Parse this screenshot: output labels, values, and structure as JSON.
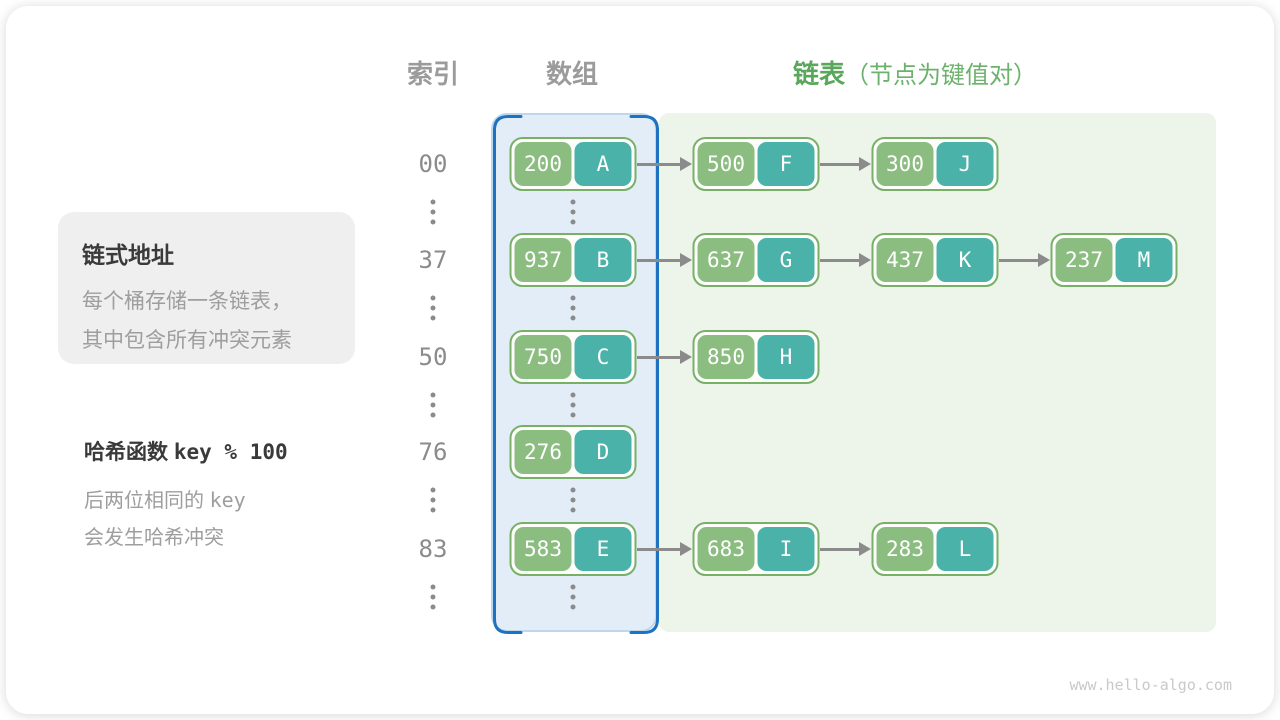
{
  "header": {
    "index_label": "索引",
    "array_label": "数组",
    "list_label": "链表",
    "list_note": "（节点为键值对）"
  },
  "info_box": {
    "title": "链式地址",
    "line1": "每个桶存储一条链表，",
    "line2": "其中包含所有冲突元素"
  },
  "hash_note": {
    "title_prefix": "哈希函数 ",
    "title_code": "key % 100",
    "line1_prefix": "后两位相同的 ",
    "line1_code": "key",
    "line2": "会发生哈希冲突"
  },
  "watermark": "www.hello-algo.com",
  "rows": [
    {
      "index": "00",
      "bucket": {
        "key": "200",
        "value": "A"
      },
      "chain": [
        {
          "key": "500",
          "value": "F"
        },
        {
          "key": "300",
          "value": "J"
        }
      ]
    },
    {
      "index": "37",
      "bucket": {
        "key": "937",
        "value": "B"
      },
      "chain": [
        {
          "key": "637",
          "value": "G"
        },
        {
          "key": "437",
          "value": "K"
        },
        {
          "key": "237",
          "value": "M"
        }
      ]
    },
    {
      "index": "50",
      "bucket": {
        "key": "750",
        "value": "C"
      },
      "chain": [
        {
          "key": "850",
          "value": "H"
        }
      ]
    },
    {
      "index": "76",
      "bucket": {
        "key": "276",
        "value": "D"
      },
      "chain": []
    },
    {
      "index": "83",
      "bucket": {
        "key": "583",
        "value": "E"
      },
      "chain": [
        {
          "key": "683",
          "value": "I"
        },
        {
          "key": "283",
          "value": "L"
        }
      ]
    }
  ],
  "colors": {
    "key_cell": "#8cbd80",
    "value_cell": "#4bb2a9",
    "pair_bg": "#fdfefb",
    "pair_border": "#78b068",
    "array_panel_bg": "#e3edf8",
    "array_panel_edge": "#bdd7ee",
    "array_bracket": "#1f72c0",
    "list_panel_bg": "#edf5ea",
    "header_gray": "#9b9b9b",
    "header_green": "#58a75a",
    "header_green_light": "#6cb16c",
    "text_dark": "#3a3a3a",
    "text_gray": "#9e9e9e",
    "index_gray": "#8b8b8b",
    "arrow": "#8b8b8b",
    "watermark": "#c9c9c9",
    "box_bg": "#efefef"
  }
}
